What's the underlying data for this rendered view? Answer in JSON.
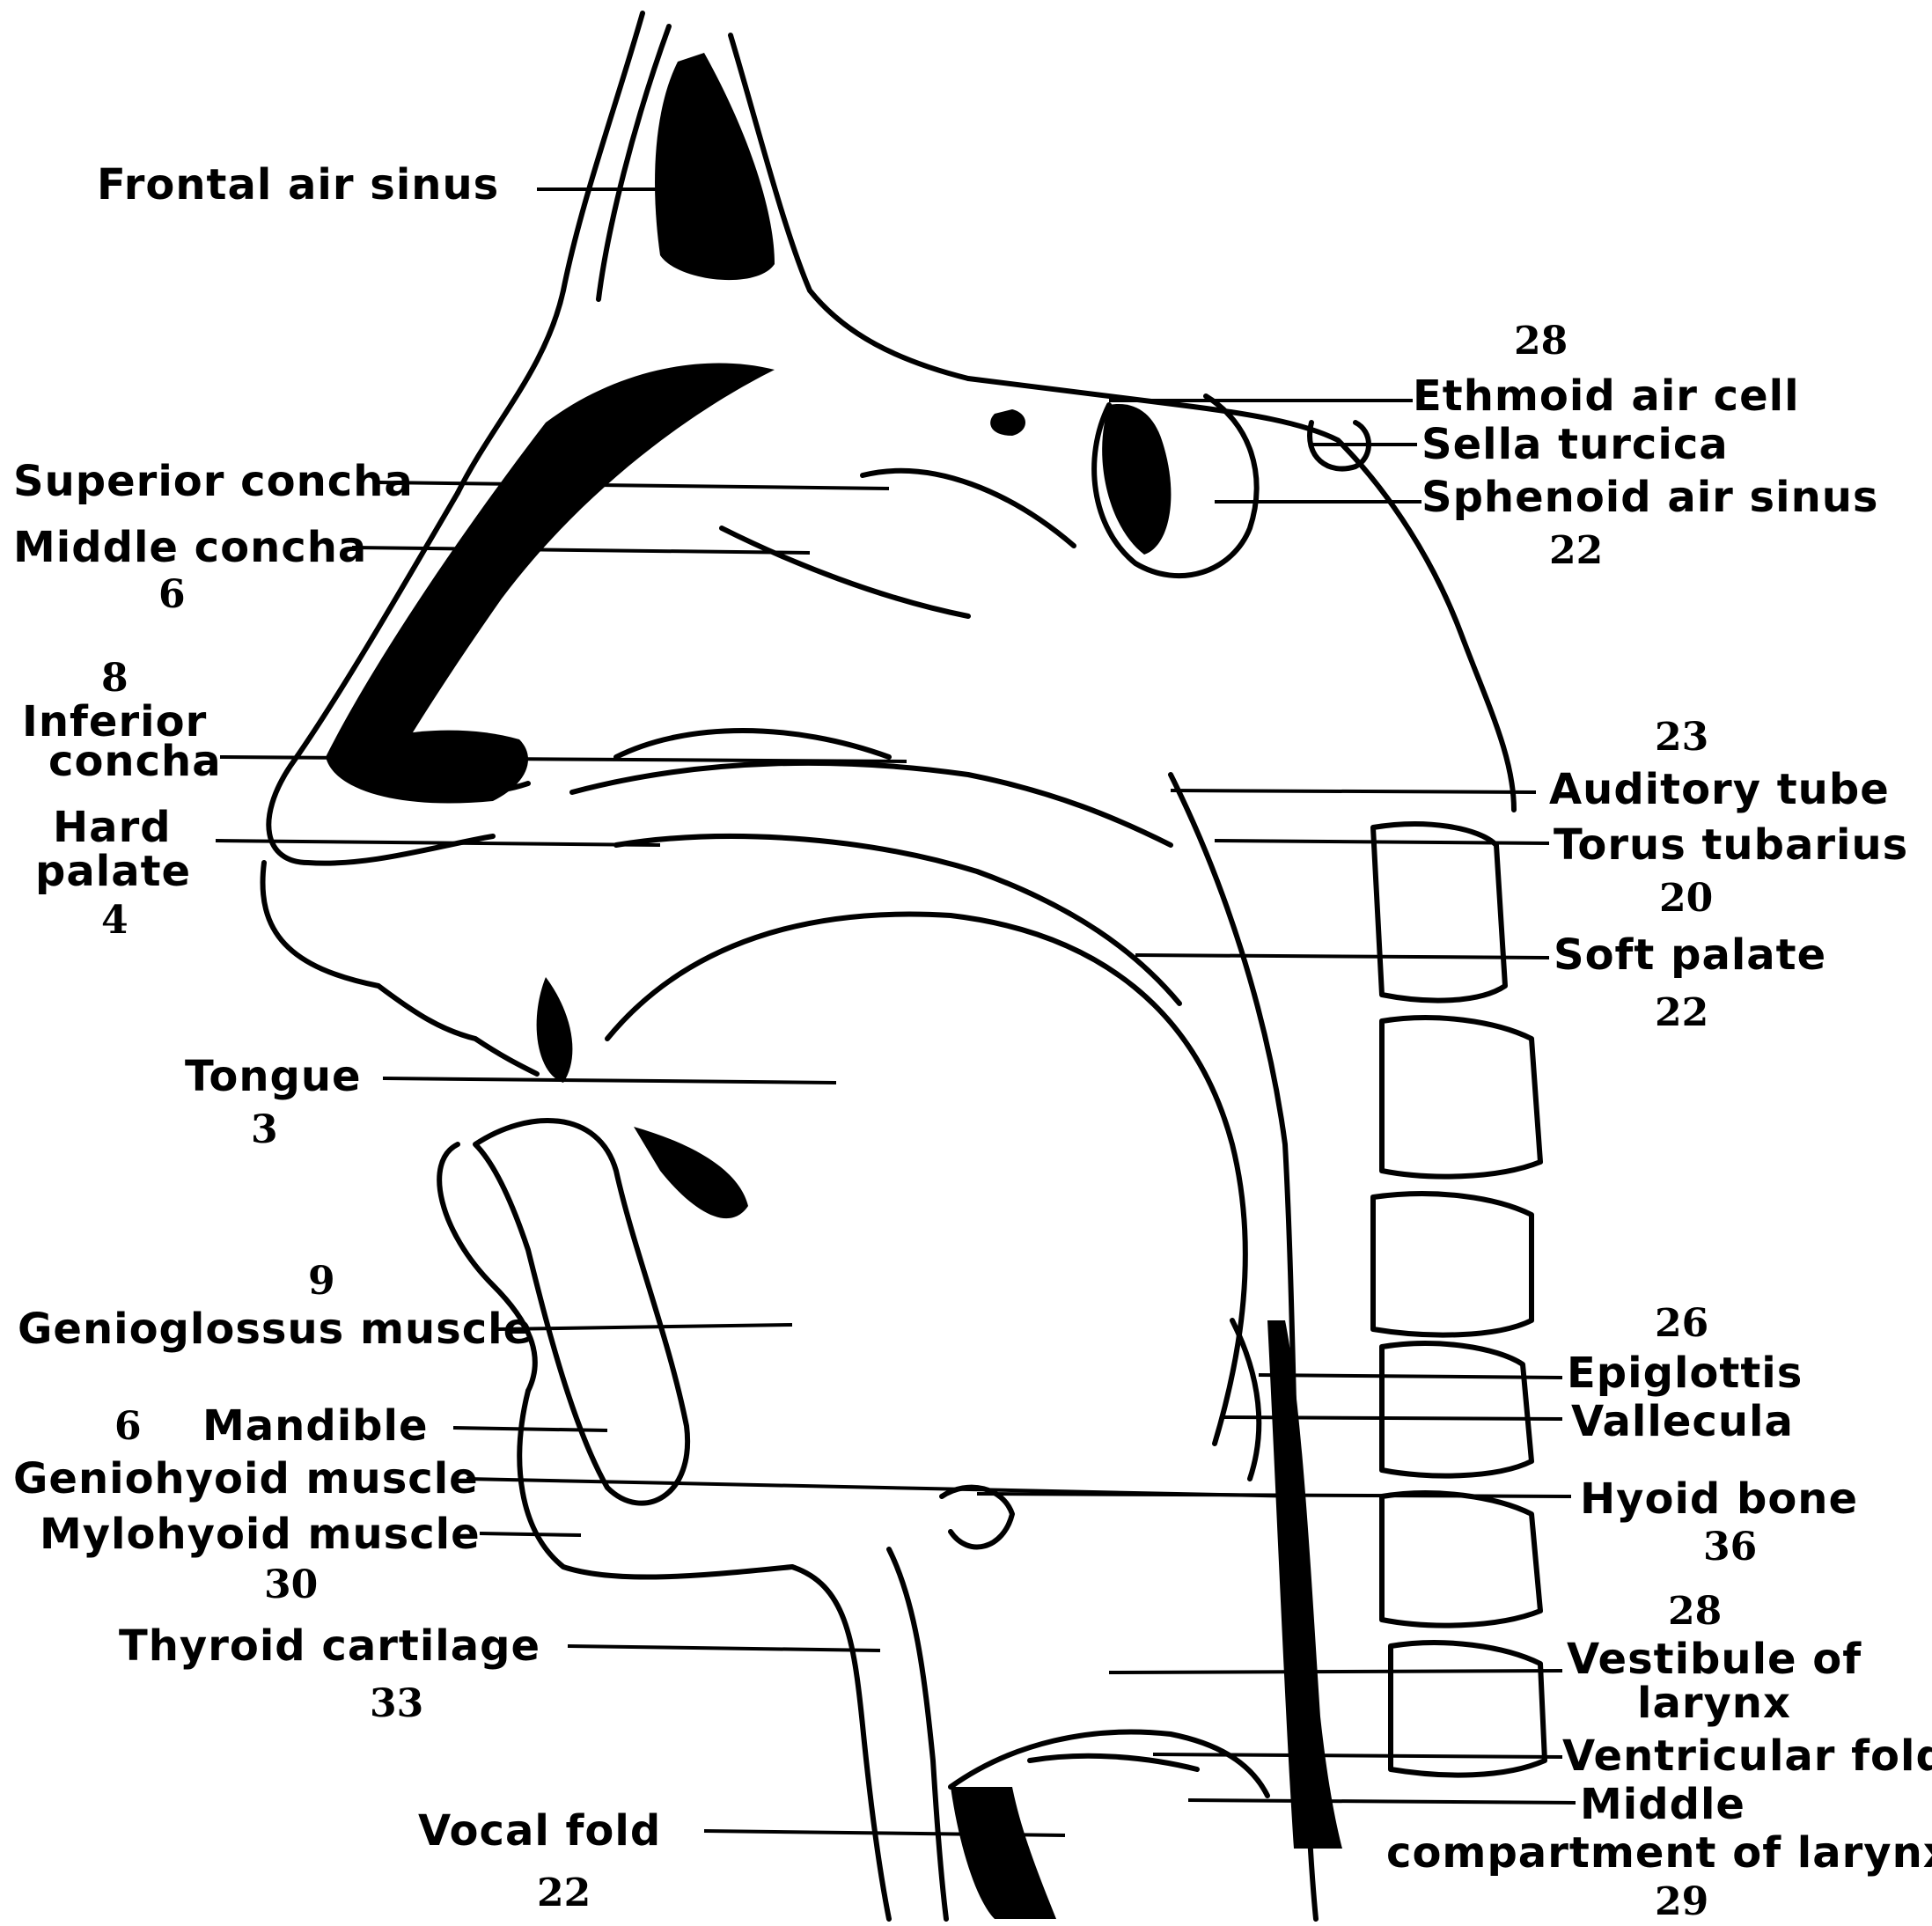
{
  "labels_left": {
    "frontal_air_sinus": "Frontal air sinus",
    "superior_concha": "Superior concha",
    "middle_concha": "Middle concha",
    "inferior_concha_1": "Inferior",
    "inferior_concha_2": "concha",
    "hard_palate_1": "Hard",
    "hard_palate_2": "palate",
    "tongue": "Tongue",
    "genioglossus": "Genioglossus muscle",
    "mandible": "Mandible",
    "geniohyoid": "Geniohyoid muscle",
    "mylohyoid": "Mylohyoid muscle",
    "thyroid": "Thyroid cartilage",
    "vocal_fold": "Vocal fold"
  },
  "labels_right": {
    "ethmoid": "Ethmoid air cell",
    "sella": "Sella turcica",
    "sphenoid": "Sphenoid air sinus",
    "auditory_tube": "Auditory tube",
    "torus": "Torus tubarius",
    "soft_palate": "Soft palate",
    "epiglottis": "Epiglottis",
    "vallecula": "Vallecula",
    "hyoid": "Hyoid bone",
    "vestibule_1": "Vestibule of",
    "vestibule_2": "larynx",
    "ventricular": "Ventricular fold",
    "middle_1": "Middle",
    "middle_2": "compartment of larynx"
  },
  "numbers": {
    "n28": "28",
    "n22a": "22",
    "n8": "8",
    "n_middle": "6",
    "n4": "4",
    "n23": "23",
    "n20": "20",
    "n22b": "22",
    "n_tongue": "3",
    "n9": "9",
    "n_mand": "6",
    "n26": "26",
    "n36": "36",
    "n30": "30",
    "n_thy": "33",
    "n28b": "28",
    "n_vocal": "22",
    "n_mid": "29"
  }
}
